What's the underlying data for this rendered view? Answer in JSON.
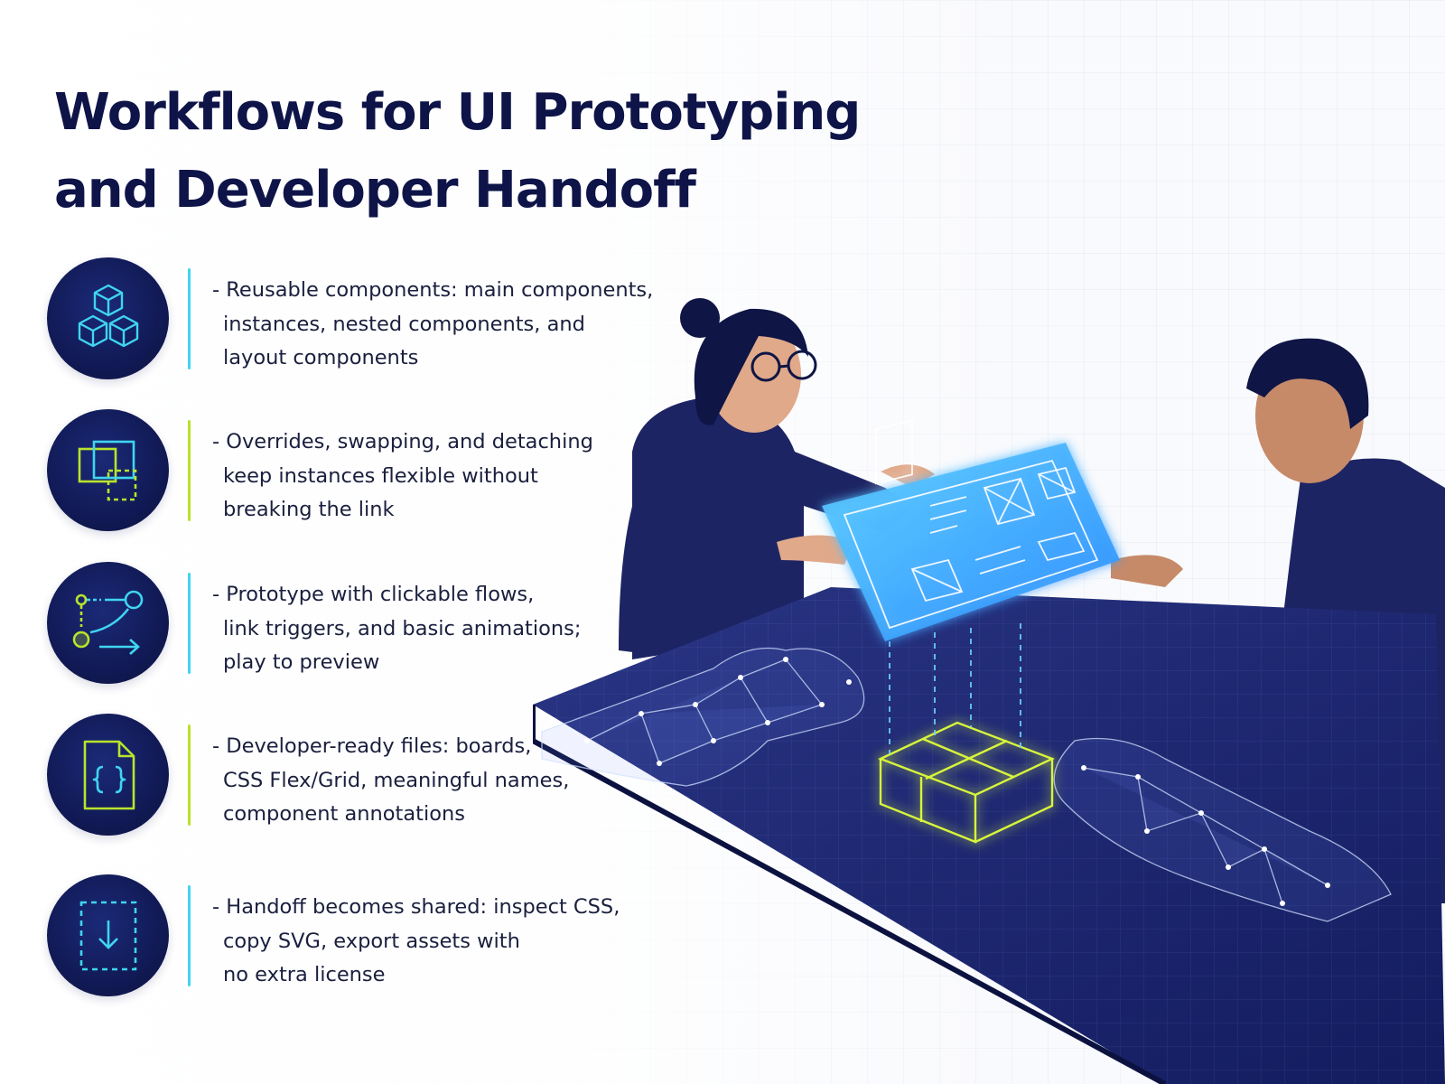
{
  "title": {
    "line1": "Workflows for UI Prototyping",
    "line2": "and Developer Handoff"
  },
  "features": [
    {
      "icon": "cubes-icon",
      "accent": "#3fd5f0",
      "lines": [
        "- Reusable components: main components,",
        "instances, nested components, and",
        "layout components"
      ]
    },
    {
      "icon": "overlapping-frames-icon",
      "accent": "#b9e32c",
      "lines": [
        "- Overrides, swapping, and detaching",
        "keep instances flexible without",
        "breaking the link"
      ]
    },
    {
      "icon": "prototype-flow-icon",
      "accent": "#3fd5f0",
      "lines": [
        "- Prototype with clickable flows,",
        "link triggers, and basic animations;",
        "play to preview"
      ]
    },
    {
      "icon": "code-file-icon",
      "accent": "#b9e32c",
      "lines": [
        "- Developer-ready files: boards,",
        "CSS Flex/Grid, meaningful names,",
        "component annotations"
      ]
    },
    {
      "icon": "download-icon",
      "accent": "#3fd5f0",
      "lines": [
        "- Handoff becomes shared: inspect CSS,",
        "copy SVG, export assets with",
        "no extra license"
      ]
    }
  ],
  "colors": {
    "navy": "#0e1448",
    "icon_bg": "#111a55",
    "cyan": "#3fd5f0",
    "lime": "#b9e32c"
  }
}
